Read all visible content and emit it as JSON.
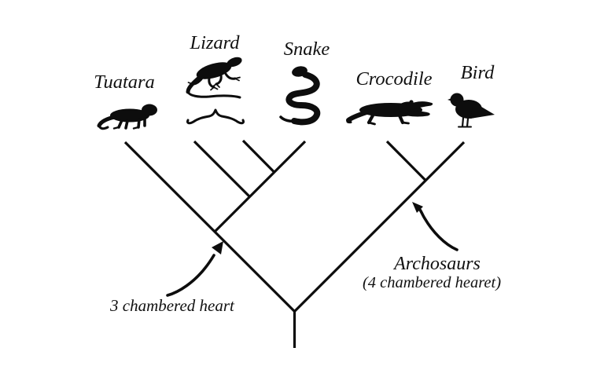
{
  "canvas": {
    "background": "#ffffff",
    "ink": "#0d0d0d"
  },
  "tree": {
    "type": "cladogram",
    "taxa": [
      {
        "label": "Tuatara"
      },
      {
        "label": "Lizard"
      },
      {
        "label": "Snake"
      },
      {
        "label": "Crocodile"
      },
      {
        "label": "Bird"
      }
    ],
    "annotations": {
      "left": {
        "text": "3 chambered heart"
      },
      "right": {
        "title": "Archosaurs",
        "subtitle": "(4 chambered hearet)"
      }
    }
  }
}
